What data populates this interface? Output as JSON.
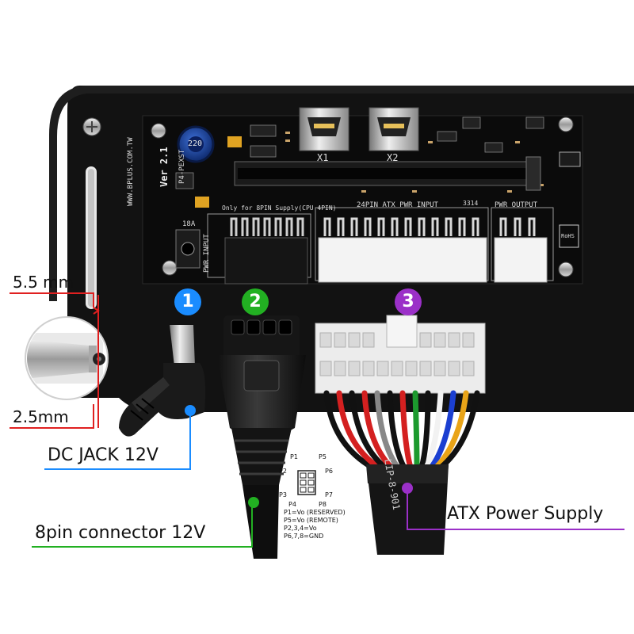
{
  "board": {
    "website": "WWW.BPLUS.COM.TW",
    "version": "Ver 2.1",
    "model": "P4-PEXST",
    "slot_label_x1": "X1",
    "slot_label_x2": "X2",
    "pwr_input": "PWR INPUT",
    "only_8pin": "Only for 8PIN Supply(CPU 4PIN)",
    "atx_input": "24PIN ATX PWR INPUT",
    "pwr_output": "PWR OUTPUT",
    "rohs": "RoHS",
    "inductor": "220",
    "current": "18A",
    "part_code": "3314"
  },
  "labels": {
    "dim_outer": "5.5 mm",
    "dim_inner": "2.5mm",
    "dc_jack": "DC JACK  12V",
    "eight_pin": "8pin connector  12V",
    "atx": "ATX Power Supply"
  },
  "badges": [
    {
      "text": "1",
      "color": "#1a8cff"
    },
    {
      "text": "2",
      "color": "#22b022"
    },
    {
      "text": "3",
      "color": "#9b30c8"
    }
  ],
  "pinout": {
    "p1": "P1",
    "p2": "P2",
    "p3": "P3",
    "p4": "P4",
    "p5": "P5",
    "p6": "P6",
    "p7": "P7",
    "p8": "P8",
    "line1": "P1=Vo (RESERVED)",
    "line2": "P5=Vo (REMOTE)",
    "line3": "P2,3,4=Vo",
    "line4": "P6,7,8=GND"
  },
  "cable_text": "LIP-8-901",
  "colors": {
    "dc_line": "#1a8cff",
    "eight_pin_line": "#22b022",
    "atx_line": "#9b30c8",
    "dim_line": "#e02020"
  }
}
